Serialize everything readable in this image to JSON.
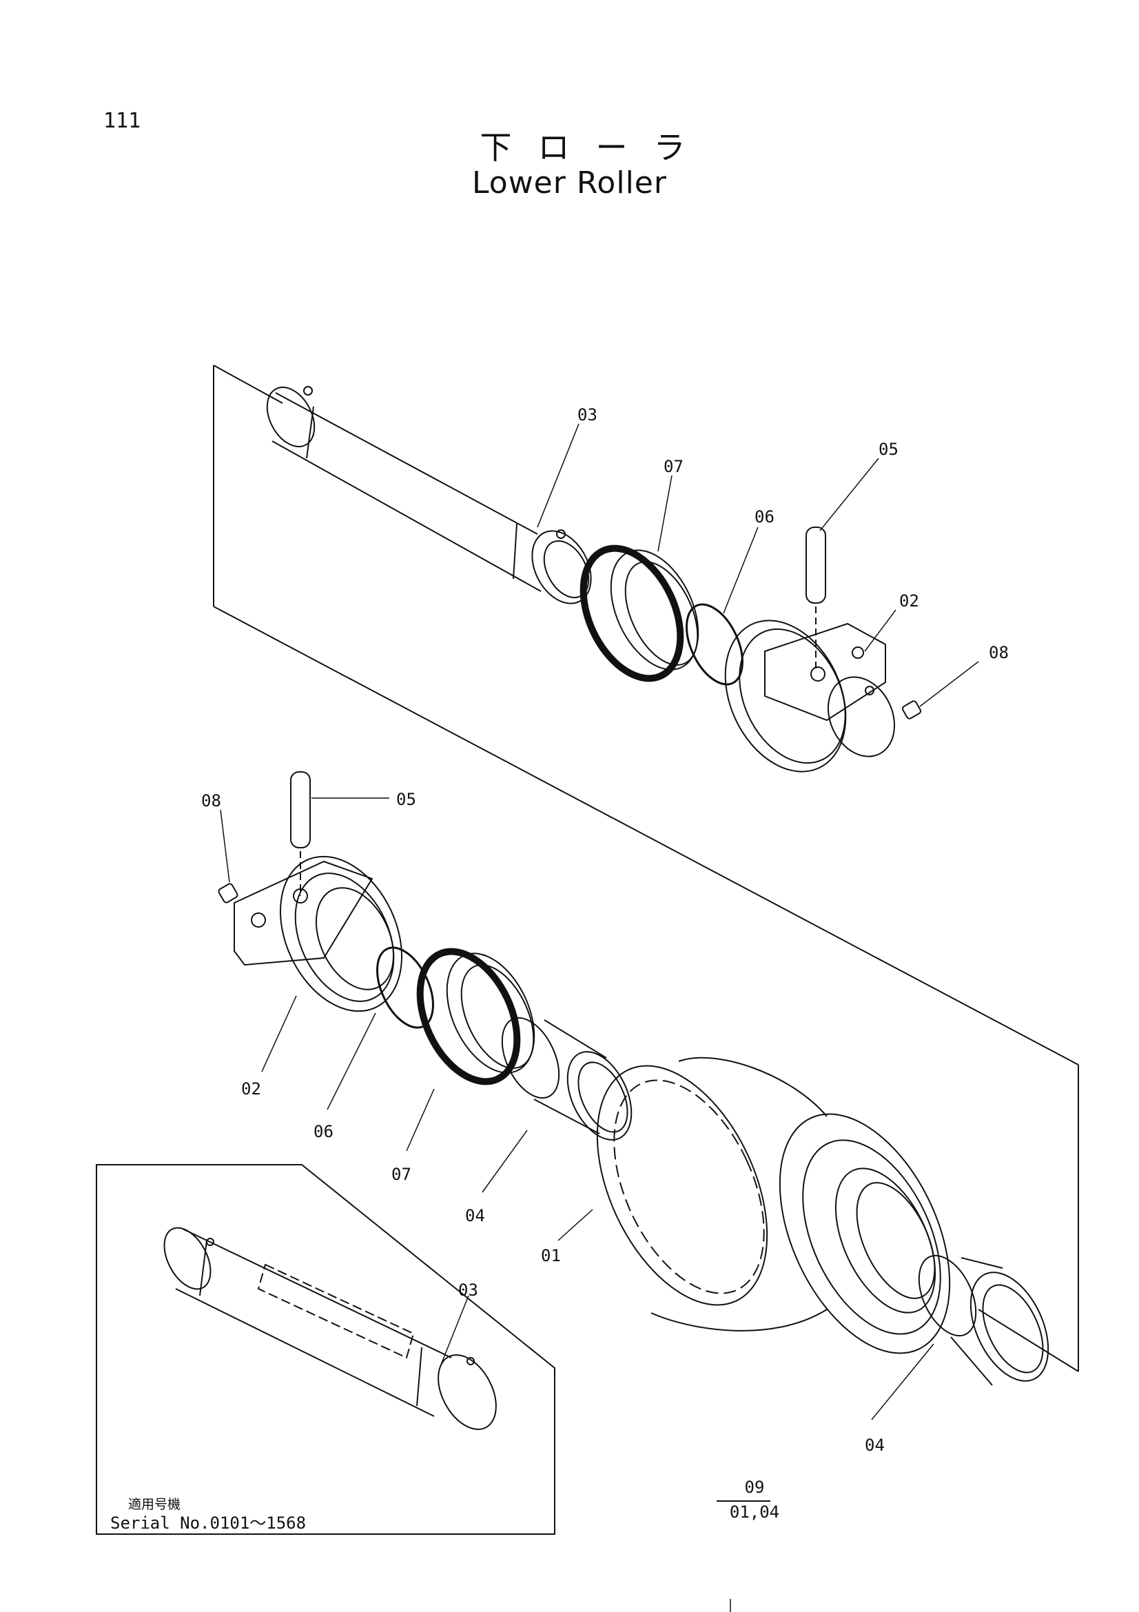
{
  "page_number": "111",
  "title_jp": "下ローラ",
  "title_en": "Lower Roller",
  "callouts": {
    "upper_shaft": "03",
    "upper_seal": "07",
    "upper_pin": "05",
    "upper_oring": "06",
    "upper_collar": "02",
    "upper_plug": "08",
    "lower_plug": "08",
    "lower_pin": "05",
    "lower_collar": "02",
    "lower_oring": "06",
    "lower_seal": "07",
    "front_bushing": "04",
    "roller_body": "01",
    "inset_shaft": "03",
    "rear_bushing": "04"
  },
  "inset_caption_jp": "適用号機",
  "serial_label": "Serial No.0101〜1568",
  "note_fraction": {
    "top": "09",
    "bottom": "01,04"
  }
}
